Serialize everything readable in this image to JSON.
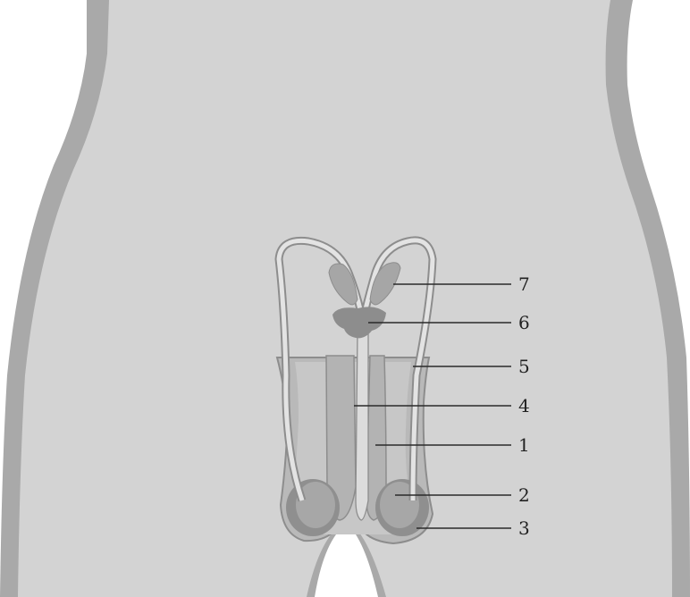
{
  "colors": {
    "background": "#ffffff",
    "body_fill": "#d3d3d3",
    "body_edge": "#a9a9a9",
    "organ_mid": "#b3b3b3",
    "organ_dark": "#8d8d8d",
    "organ_light": "#d9d9d9",
    "line": "#2a2a2a"
  },
  "labels": [
    {
      "id": "label-7",
      "text": "7"
    },
    {
      "id": "label-6",
      "text": "6"
    },
    {
      "id": "label-5",
      "text": "5"
    },
    {
      "id": "label-4",
      "text": "4"
    },
    {
      "id": "label-1",
      "text": "1"
    },
    {
      "id": "label-2",
      "text": "2"
    },
    {
      "id": "label-3",
      "text": "3"
    }
  ]
}
